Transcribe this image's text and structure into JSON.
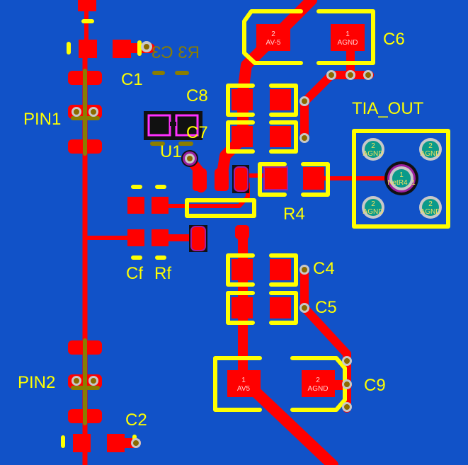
{
  "app": {
    "view": "PCB layout - top layer"
  },
  "colors": {
    "board": "#1152c8",
    "copper_top": "#ff0000",
    "silkscreen_top": "#ffff00",
    "silkscreen_bottom": "#8a7d00",
    "via_ring": "#c8c8c8",
    "via_hole": "#8a6a00",
    "pad_teal": "#0a9a8a",
    "keepout": "#cc33cc"
  },
  "designators": {
    "c1": "C1",
    "c2": "C2",
    "c4": "C4",
    "c5": "C5",
    "c6": "C6",
    "c7": "C7",
    "c8": "C8",
    "c9": "C9",
    "cf": "Cf",
    "rf": "Rf",
    "r4": "R4",
    "u1": "U1",
    "pin1": "PIN1",
    "pin2": "PIN2",
    "tia_out": "TIA_OUT",
    "bottom_r3c3": "R3 C3"
  },
  "pads": {
    "c6_pad2": {
      "num": "2",
      "net": "AV-5"
    },
    "c6_pad1": {
      "num": "1",
      "net": "AGND"
    },
    "c9_pad1": {
      "num": "1",
      "net": "AV5"
    },
    "c9_pad2": {
      "num": "2",
      "net": "AGND"
    },
    "tia_center": {
      "num": "1",
      "net": "NetR4_1"
    },
    "tia_tl": {
      "num": "2",
      "net": "AGND"
    },
    "tia_tr": {
      "num": "2",
      "net": "AGND"
    },
    "tia_bl": {
      "num": "2",
      "net": "AGND"
    },
    "tia_br": {
      "num": "2",
      "net": "AGND"
    }
  }
}
